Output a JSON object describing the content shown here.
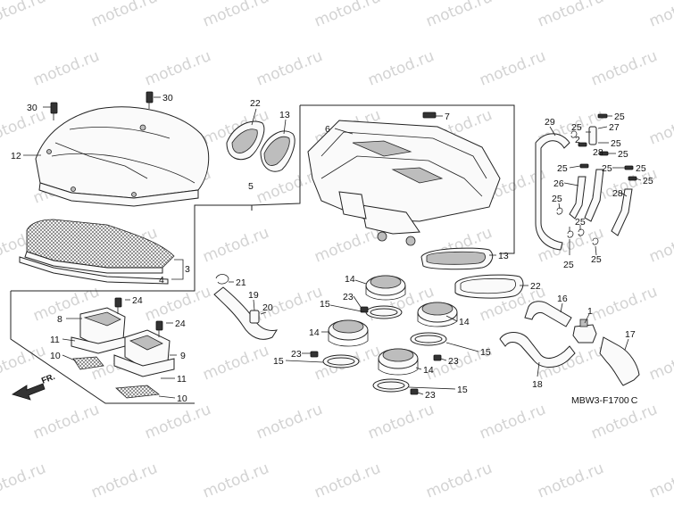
{
  "watermark": "motod.ru",
  "diagram_code": "MBW3-F1700",
  "diagram_code_suffix": "C",
  "front_marker": "FR.",
  "callouts": [
    {
      "id": "c30a",
      "text": "30"
    },
    {
      "id": "c30b",
      "text": "30"
    },
    {
      "id": "c12",
      "text": "12"
    },
    {
      "id": "c22a",
      "text": "22"
    },
    {
      "id": "c13a",
      "text": "13"
    },
    {
      "id": "c6",
      "text": "6"
    },
    {
      "id": "c7",
      "text": "7"
    },
    {
      "id": "c5",
      "text": "5"
    },
    {
      "id": "c3",
      "text": "3"
    },
    {
      "id": "c4",
      "text": "4"
    },
    {
      "id": "c24a",
      "text": "24"
    },
    {
      "id": "c8",
      "text": "8"
    },
    {
      "id": "c11a",
      "text": "11"
    },
    {
      "id": "c10a",
      "text": "10"
    },
    {
      "id": "c24b",
      "text": "24"
    },
    {
      "id": "c9",
      "text": "9"
    },
    {
      "id": "c11b",
      "text": "11"
    },
    {
      "id": "c10b",
      "text": "10"
    },
    {
      "id": "c21",
      "text": "21"
    },
    {
      "id": "c19",
      "text": "19"
    },
    {
      "id": "c20",
      "text": "20"
    },
    {
      "id": "c14a",
      "text": "14"
    },
    {
      "id": "c23a",
      "text": "23"
    },
    {
      "id": "c15a",
      "text": "15"
    },
    {
      "id": "c14b",
      "text": "14"
    },
    {
      "id": "c14c",
      "text": "14"
    },
    {
      "id": "c15b",
      "text": "15"
    },
    {
      "id": "c23b",
      "text": "23"
    },
    {
      "id": "c23c",
      "text": "23"
    },
    {
      "id": "c15c",
      "text": "15"
    },
    {
      "id": "c14d",
      "text": "14"
    },
    {
      "id": "c23d",
      "text": "23"
    },
    {
      "id": "c15d",
      "text": "15"
    },
    {
      "id": "c13b",
      "text": "13"
    },
    {
      "id": "c22b",
      "text": "22"
    },
    {
      "id": "c29",
      "text": "29"
    },
    {
      "id": "c25a",
      "text": "25"
    },
    {
      "id": "c25b",
      "text": "25"
    },
    {
      "id": "c2",
      "text": "2"
    },
    {
      "id": "c27",
      "text": "27"
    },
    {
      "id": "c25c",
      "text": "25"
    },
    {
      "id": "c28a",
      "text": "28"
    },
    {
      "id": "c25d",
      "text": "25"
    },
    {
      "id": "c25e",
      "text": "25"
    },
    {
      "id": "c26",
      "text": "26"
    },
    {
      "id": "c25f",
      "text": "25"
    },
    {
      "id": "c25g",
      "text": "25"
    },
    {
      "id": "c28b",
      "text": "28"
    },
    {
      "id": "c25h",
      "text": "25"
    },
    {
      "id": "c25i",
      "text": "25"
    },
    {
      "id": "c25j",
      "text": "25"
    },
    {
      "id": "c25k",
      "text": "25"
    },
    {
      "id": "c25l",
      "text": "25"
    },
    {
      "id": "c16",
      "text": "16"
    },
    {
      "id": "c1",
      "text": "1"
    },
    {
      "id": "c17",
      "text": "17"
    },
    {
      "id": "c18",
      "text": "18"
    }
  ]
}
